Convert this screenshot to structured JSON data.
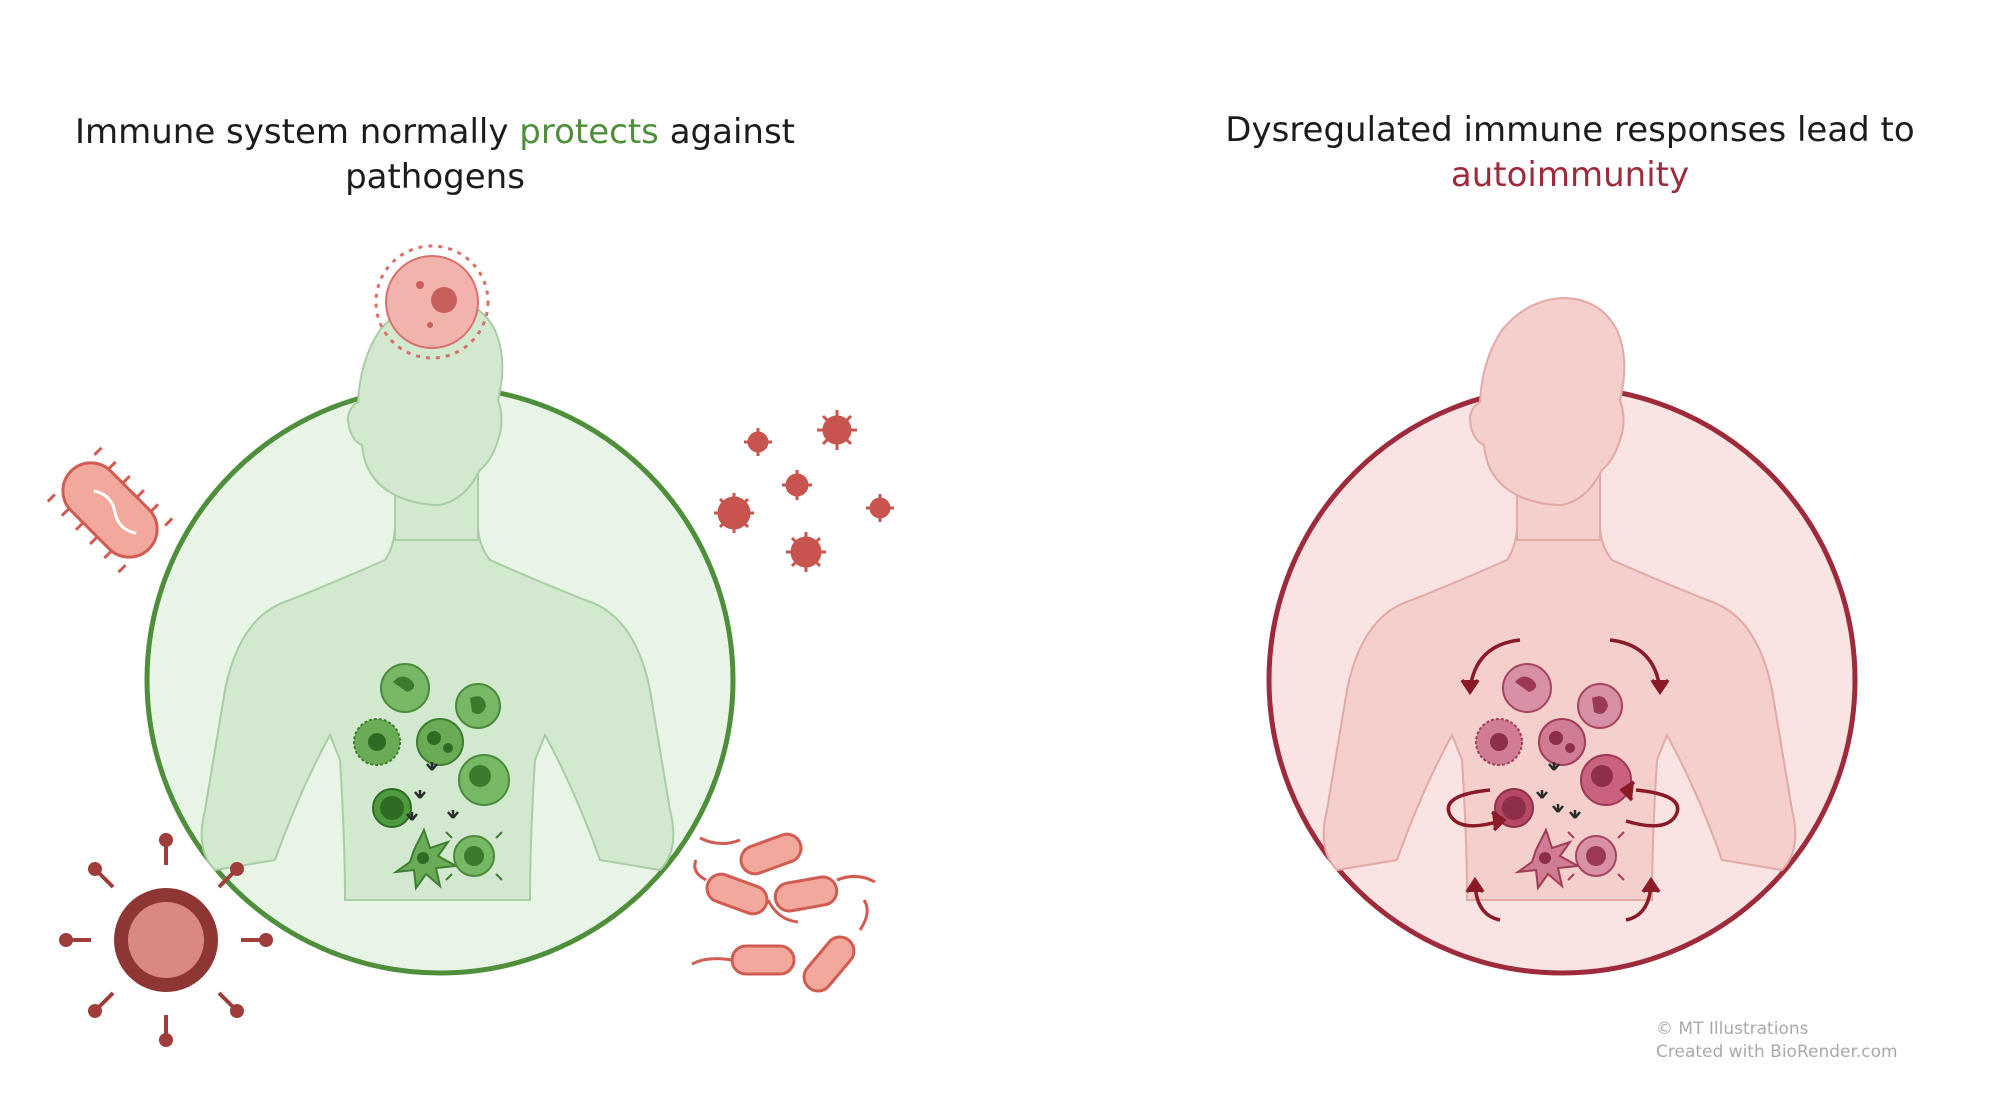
{
  "left_panel": {
    "title_before": "Immune system normally ",
    "title_highlight": "protects",
    "title_after": " against pathogens",
    "accent_color": "#4f8f3b",
    "circle_fill": "#e8f4e6",
    "body_icon": "human-upper-body-icon",
    "cells_color": "#5aa84a"
  },
  "right_panel": {
    "title_before": "Dysregulated immune responses lead to ",
    "title_highlight": "autoimmunity",
    "accent_color": "#9e2b3c",
    "circle_fill": "#fae4e3",
    "body_icon": "human-upper-body-icon",
    "cells_color": "#c2506a",
    "arrow_color": "#8a1a25"
  },
  "pathogens": {
    "color": "#d9706c",
    "types": [
      "sun-virus-icon",
      "bacterium-icon",
      "small-virus-icon",
      "large-virus-icon",
      "bacteria-cluster-icon"
    ]
  },
  "credits": {
    "line1": "© MT Illustrations",
    "line2": "Created with BioRender.com"
  }
}
